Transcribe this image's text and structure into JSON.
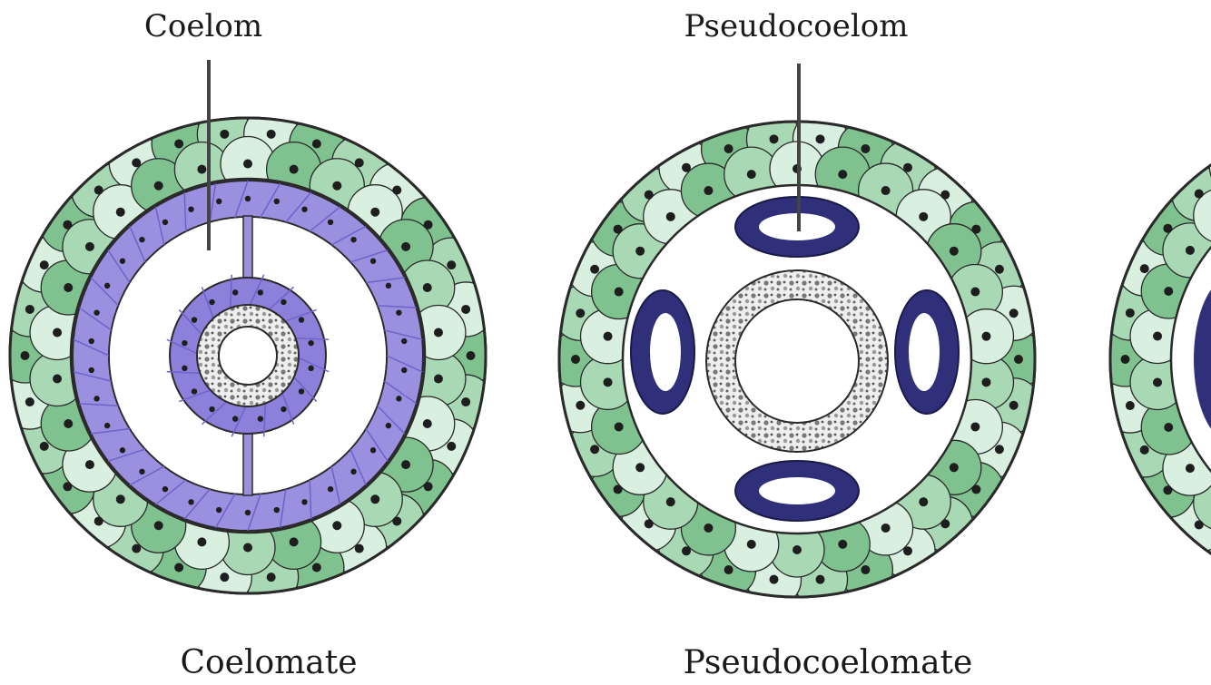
{
  "labels": {
    "coelom": "Coelom",
    "pseudocoelom": "Pseudocoelom",
    "coelomate": "Coelomate",
    "pseudocoelomate": "Pseudocoelomate"
  },
  "colors": {
    "ectoderm_light": "#d9efdf",
    "ectoderm_dark": "#7fc28f",
    "mesoderm": "#9b8fe0",
    "mesoderm_dark": "#6f62c8",
    "pseudo_mesoderm": "#2f2f7a",
    "endoderm": "#cfcfcf",
    "outline": "#2a2a2a",
    "nucleus": "#1e1e1e"
  }
}
